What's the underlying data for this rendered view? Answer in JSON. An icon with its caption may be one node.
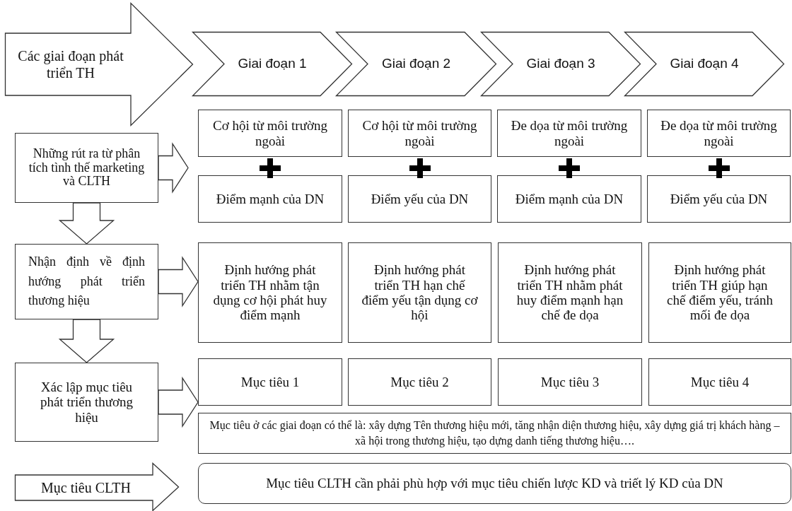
{
  "diagram": {
    "nodes": [
      {
        "text": [
          "Các giai đoạn phát triển TH"
        ]
      },
      {
        "text": [
          "Giai đoạn 1"
        ]
      },
      {
        "text": [
          "Giai đoạn 2"
        ]
      },
      {
        "text": [
          "Giai đoạn 3"
        ]
      },
      {
        "text": [
          "Giai đoạn 4"
        ]
      },
      {
        "text": [
          "Những rút ra từ phân tích tình thế marketing và CLTH"
        ]
      },
      {
        "text": [
          "Cơ hội từ môi trường ngoài"
        ]
      },
      {
        "text": [
          "Cơ hội từ môi trường ngoài"
        ]
      },
      {
        "text": [
          "Đe dọa từ môi trường ngoài"
        ]
      },
      {
        "text": [
          "Đe dọa từ môi trường ngoài"
        ]
      },
      {
        "text": [
          "Điểm mạnh của DN"
        ]
      },
      {
        "text": [
          "Điểm yếu của DN"
        ]
      },
      {
        "text": [
          "Điểm mạnh của DN"
        ]
      },
      {
        "text": [
          "Điểm yếu của DN"
        ]
      },
      {
        "text": [
          "Nhận định về định hướng phát triển thương hiệu"
        ]
      },
      {
        "text": [
          "Định hướng phát triển TH nhằm tận dụng cơ hội phát huy điểm mạnh"
        ]
      },
      {
        "text": [
          "Định hướng phát triển TH hạn chế điểm yếu tận dụng cơ hội"
        ]
      },
      {
        "text": [
          "Định hướng phát triển TH nhằm phát huy điểm mạnh hạn chế đe dọa"
        ]
      },
      {
        "text": [
          "Định hướng phát triển TH giúp hạn chế điểm yếu, tránh mối đe dọa"
        ]
      },
      {
        "text": [
          "Xác lập mục tiêu phát triển thương hiệu"
        ]
      },
      {
        "text": [
          "Mục tiêu 1"
        ]
      },
      {
        "text": [
          "Mục tiêu 2"
        ]
      },
      {
        "text": [
          "Mục tiêu 3"
        ]
      },
      {
        "text": [
          "Mục tiêu 4"
        ]
      },
      {
        "text": [
          "Mục tiêu ở các giai đoạn có thể là: xây dựng Tên thương hiệu mới, tăng nhận diện thương hiệu, xây dựng giá trị khách hàng – xã hội trong thương hiệu, tạo dựng danh tiếng thương hiệu…."
        ]
      },
      {
        "text": [
          "Mục tiêu CLTH"
        ]
      },
      {
        "text": [
          "Mục tiêu CLTH cần phải phù hợp với mục tiêu chiến lược KD và triết lý KD của DN"
        ]
      }
    ],
    "edges": [
      {
        "from": 5,
        "to": null,
        "arrow": "to"
      },
      {
        "from": 5,
        "to": 14,
        "arrow": "to"
      },
      {
        "from": 14,
        "to": 15,
        "arrow": "to"
      },
      {
        "from": 14,
        "to": 19,
        "arrow": "to"
      },
      {
        "from": 19,
        "to": 20,
        "arrow": "to"
      }
    ]
  }
}
